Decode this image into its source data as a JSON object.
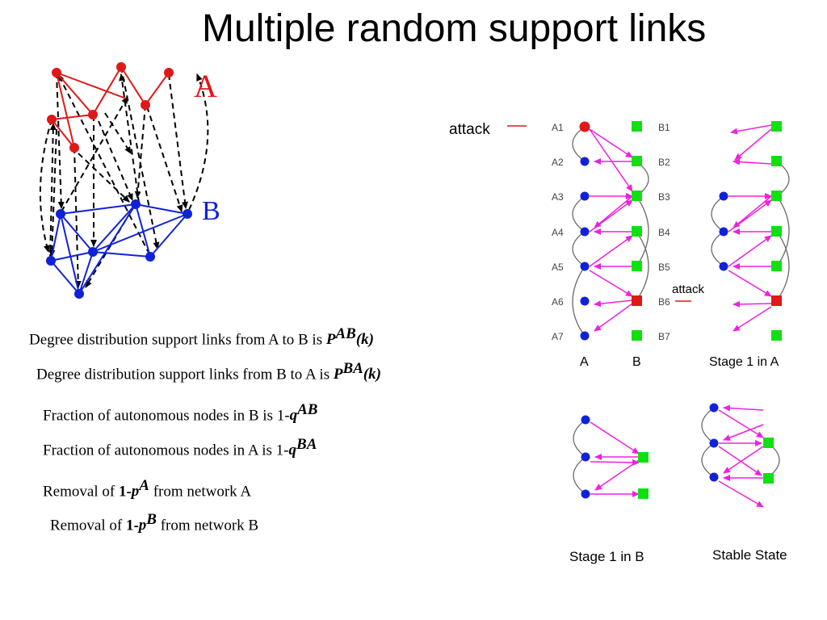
{
  "title": "Multiple random support links",
  "left_diagram": {
    "label_a": "A",
    "label_b": "B"
  },
  "right_diagram": {
    "attack_label": "attack",
    "a_labels": [
      "A1",
      "A2",
      "A3",
      "A4",
      "A5",
      "A6",
      "A7"
    ],
    "b_labels": [
      "B1",
      "B2",
      "B3",
      "B4",
      "B5",
      "B6",
      "B7"
    ],
    "col_a": "A",
    "col_b": "B",
    "stage1a": "Stage 1 in A",
    "stage1b": "Stage 1 in B",
    "stable": "Stable State"
  },
  "text": {
    "l1_pre": "Degree distribution support links from A to B is ",
    "l1_p": "P",
    "l1_sup": "AB",
    "l1_k": "(k)",
    "l2_pre": "Degree distribution support links from B to A is ",
    "l2_p": "P",
    "l2_sup": "BA",
    "l2_k": "(k)",
    "l3_pre": "Fraction of autonomous nodes in B is 1-",
    "l3_q": "q",
    "l3_sup": "AB",
    "l4_pre": "Fraction of autonomous nodes in A is 1-",
    "l4_q": "q",
    "l4_sup": "BA",
    "l5_pre": "Removal of ",
    "l5_b": "1-",
    "l5_p": "p",
    "l5_sup": "A",
    "l5_post": " from network A",
    "l6_pre": "Removal of ",
    "l6_b": "1-",
    "l6_p": "p",
    "l6_sup": "B",
    "l6_post": " from network B"
  },
  "colors": {
    "red": "#e01818",
    "blue": "#1022d8",
    "magenta": "#f020e0",
    "green": "#10e010",
    "gray": "#6a6a6a"
  }
}
